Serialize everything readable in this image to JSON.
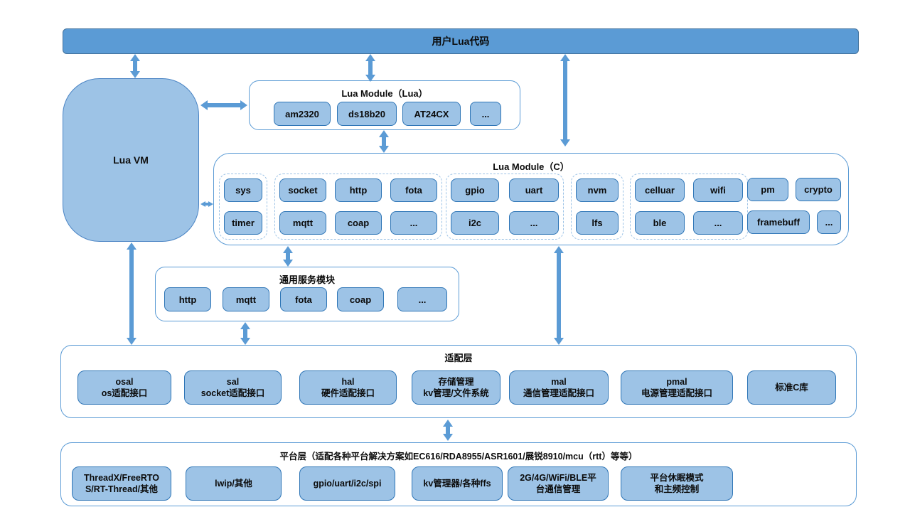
{
  "colors": {
    "bar_fill": "#5b9bd5",
    "chip_fill": "#9dc3e6",
    "chip_border": "#2e75b6",
    "box_border": "#5b9bd5",
    "dashed_border": "#9dc3e6",
    "arrow": "#5b9bd5"
  },
  "top_bar": {
    "label": "用户Lua代码"
  },
  "lua_vm": {
    "label": "Lua VM"
  },
  "lua_module_lua": {
    "title": "Lua Module（Lua）",
    "chips": [
      "am2320",
      "ds18b20",
      "AT24CX",
      "..."
    ]
  },
  "lua_module_c": {
    "title": "Lua Module（C）",
    "groups": [
      {
        "name": "core",
        "chips": [
          "sys",
          "timer"
        ]
      },
      {
        "name": "network",
        "chips": [
          "socket",
          "http",
          "fota",
          "mqtt",
          "coap",
          "..."
        ]
      },
      {
        "name": "periph",
        "chips": [
          "gpio",
          "uart",
          "i2c",
          "..."
        ]
      },
      {
        "name": "storage",
        "chips": [
          "nvm",
          "lfs"
        ]
      },
      {
        "name": "radio",
        "chips": [
          "celluar",
          "wifi",
          "ble",
          "..."
        ]
      },
      {
        "name": "misc",
        "chips": [
          "pm",
          "crypto",
          "framebuff",
          "..."
        ]
      }
    ]
  },
  "common_service": {
    "title": "通用服务模块",
    "chips": [
      "http",
      "mqtt",
      "fota",
      "coap",
      "..."
    ]
  },
  "adapter_layer": {
    "title": "适配层",
    "chips": [
      {
        "line1": "osal",
        "line2": "os适配接口"
      },
      {
        "line1": "sal",
        "line2": "socket适配接口"
      },
      {
        "line1": "hal",
        "line2": "硬件适配接口"
      },
      {
        "line1": "存储管理",
        "line2": "kv管理/文件系统"
      },
      {
        "line1": "mal",
        "line2": "通信管理适配接口"
      },
      {
        "line1": "pmal",
        "line2": "电源管理适配接口"
      },
      {
        "line1": "标准C库",
        "line2": ""
      }
    ]
  },
  "platform_layer": {
    "title": "平台层（适配各种平台解决方案如EC616/RDA8955/ASR1601/展锐8910/mcu（rtt）等等）",
    "chips": [
      "ThreadX/FreeRTO\nS/RT-Thread/其他",
      "lwip/其他",
      "gpio/uart/i2c/spi",
      "kv管理器/各种ffs",
      "2G/4G/WiFi/BLE平\n台通信管理",
      "平台休眠模式\n和主频控制"
    ]
  }
}
